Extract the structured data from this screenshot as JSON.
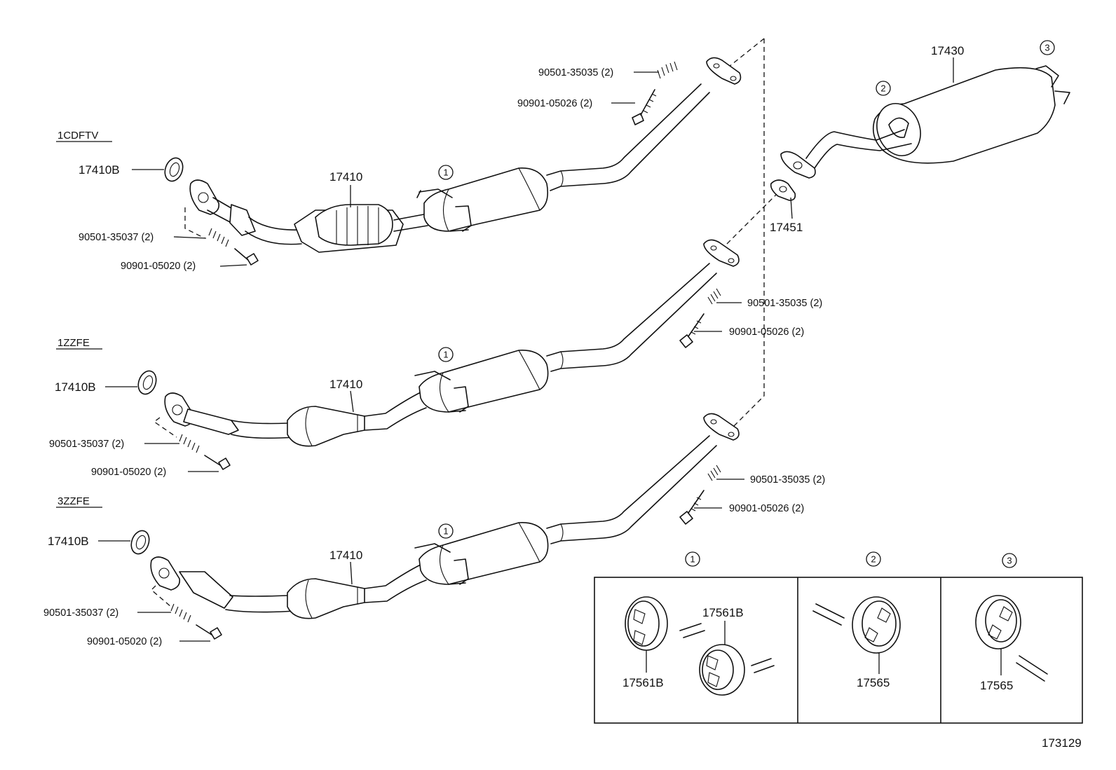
{
  "engines": {
    "e1": "1CDFTV",
    "e2": "1ZZFE",
    "e3": "3ZZFE"
  },
  "parts": {
    "gasket_ring": "17410B",
    "front_pipe": "17410",
    "tail_pipe": "17430",
    "gasket_rear": "17451",
    "spring_front": "90501-35037 (2)",
    "bolt_front": "90901-05020 (2)",
    "spring_rear": "90501-35035 (2)",
    "bolt_rear": "90901-05026 (2)",
    "hanger_b": "17561B",
    "hanger": "17565"
  },
  "callouts": {
    "c1": "1",
    "c2": "2",
    "c3": "3"
  },
  "illustration_number": "173129"
}
